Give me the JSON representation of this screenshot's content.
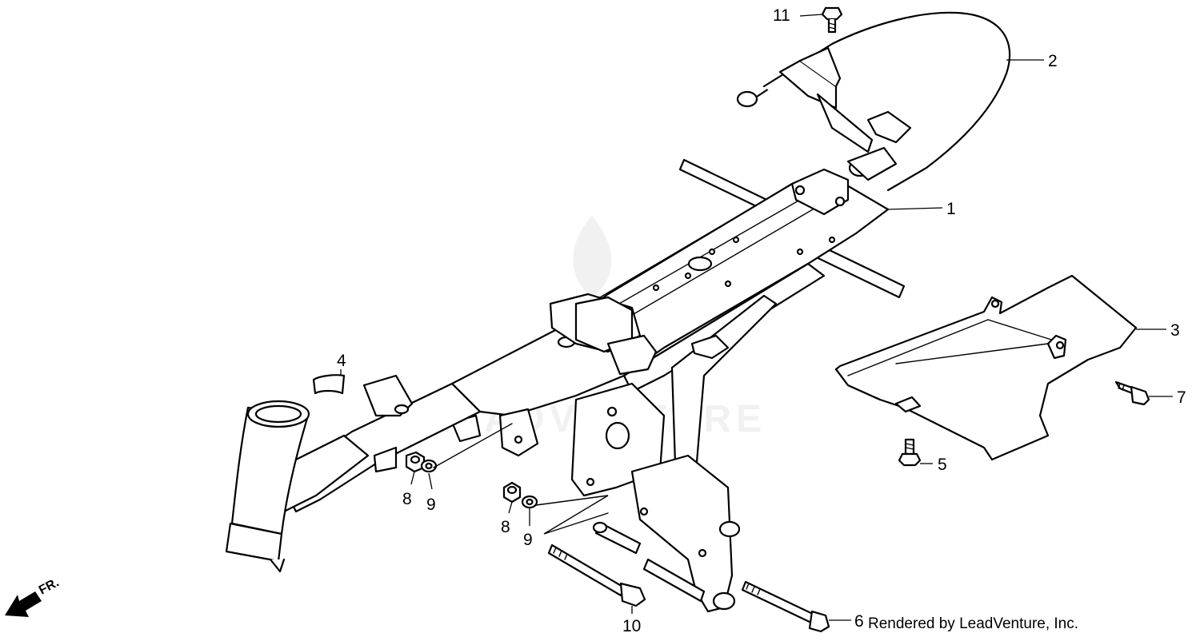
{
  "parts": {
    "p1": "1",
    "p2": "2",
    "p3": "3",
    "p4": "4",
    "p5": "5",
    "p6": "6",
    "p7": "7",
    "p8a": "8",
    "p8b": "8",
    "p9a": "9",
    "p9b": "9",
    "p10": "10",
    "p11": "11"
  },
  "direction_label": "FR.",
  "watermark": "LEADVENTURE",
  "credit": "Rendered by LeadVenture, Inc."
}
